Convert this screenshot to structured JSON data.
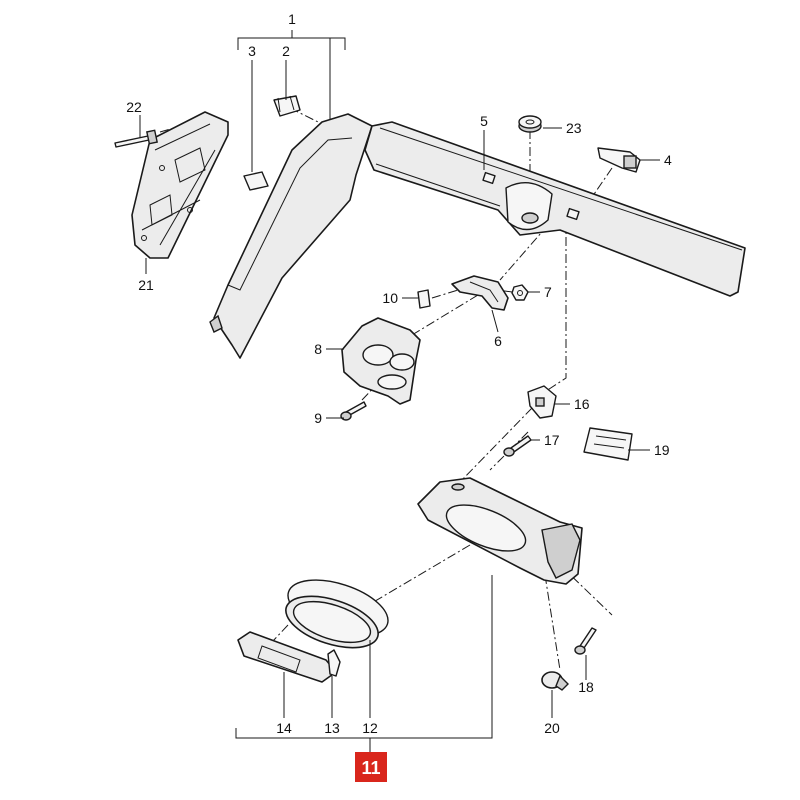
{
  "callouts": {
    "p1": "1",
    "p2": "2",
    "p3": "3",
    "p4": "4",
    "p5": "5",
    "p6": "6",
    "p7": "7",
    "p8": "8",
    "p9": "9",
    "p10": "10",
    "p12": "12",
    "p13": "13",
    "p14": "14",
    "p16": "16",
    "p17": "17",
    "p18": "18",
    "p19": "19",
    "p20": "20",
    "p21": "21",
    "p22": "22",
    "p23": "23"
  },
  "group_badge": {
    "label": "11",
    "color": "#d9261c"
  },
  "colors": {
    "line": "#1a1a1a",
    "part_fill": "#ececec"
  }
}
